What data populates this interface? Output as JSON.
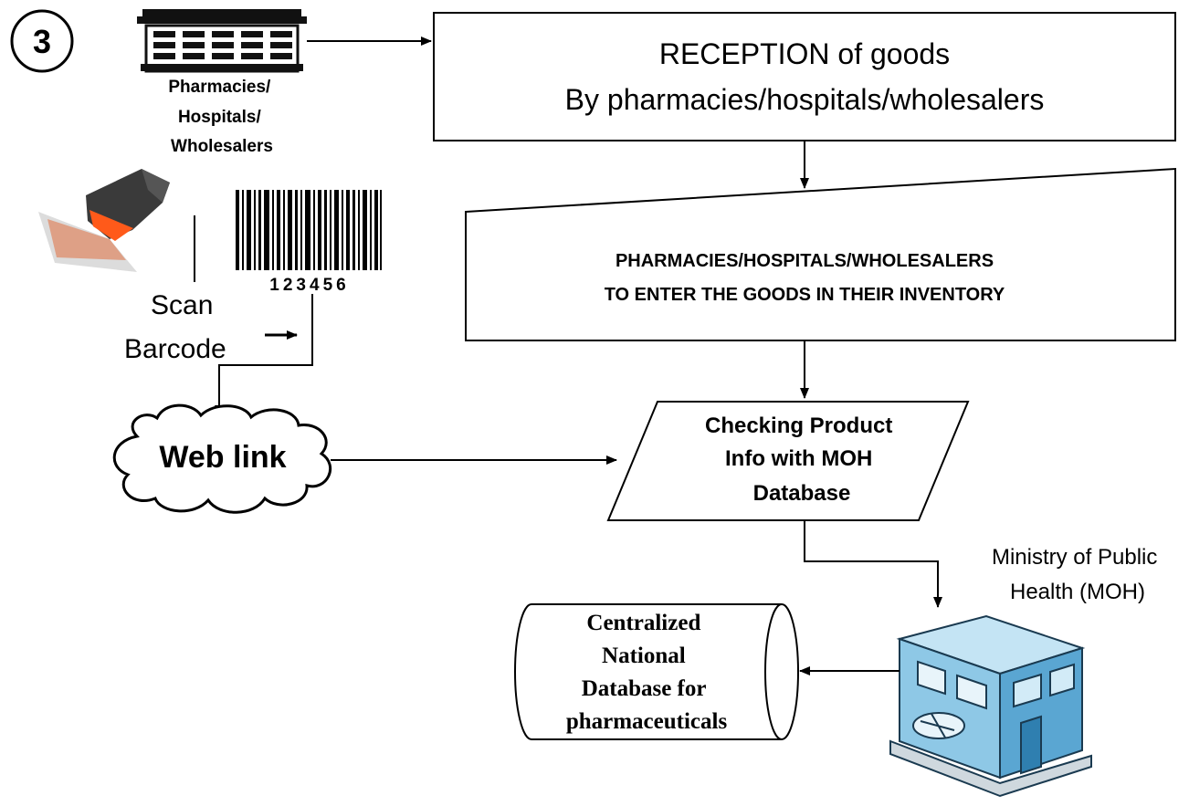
{
  "step_number": "3",
  "pharmacy_icon": {
    "label_lines": [
      "Pharmacies/",
      "Hospitals/",
      "Wholesalers"
    ]
  },
  "reception_box": {
    "line1": "RECEPTION of goods",
    "line2": "By pharmacies/hospitals/wholesalers"
  },
  "inventory_box": {
    "line1": "PHARMACIES/HOSPITALS/WHOLESALERS",
    "line2": "TO ENTER THE GOODS IN THEIR INVENTORY"
  },
  "barcode": {
    "digits": "123456",
    "scan_label_lines": [
      "Scan",
      "Barcode"
    ]
  },
  "web_link": {
    "label": "Web link"
  },
  "checking_box": {
    "lines": [
      "Checking Product",
      "Info with MOH",
      "Database"
    ]
  },
  "moh": {
    "label_lines": [
      "Ministry of Public",
      "Health (MOH)"
    ]
  },
  "database": {
    "lines": [
      "Centralized",
      "National",
      "Database for",
      "pharmaceuticals"
    ]
  },
  "colors": {
    "stroke": "#000000",
    "building_face": "#8ec8e6",
    "building_side": "#5aa6d2",
    "building_top": "#c4e4f4",
    "scanner_body": "#3a3a3a",
    "scanner_beam": "#ff5a1a"
  }
}
